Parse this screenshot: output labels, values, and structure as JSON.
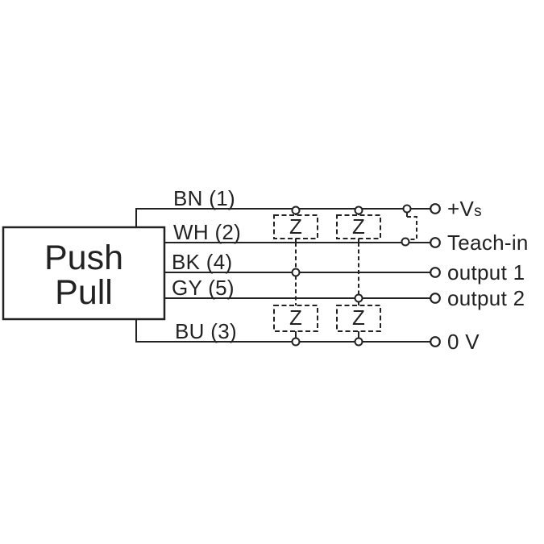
{
  "diagram": {
    "title": "push-pull-output-wiring-diagram",
    "background": "#ffffff",
    "line_color": "#222222"
  },
  "device": {
    "name_lines": [
      "Push",
      "Pull"
    ]
  },
  "wires": [
    {
      "label": "BN (1)"
    },
    {
      "label": "WH (2)"
    },
    {
      "label": "BK (4)"
    },
    {
      "label": "GY (5)"
    },
    {
      "label": "BU (3)"
    }
  ],
  "terminals": [
    {
      "label": "+V",
      "sub": "s"
    },
    {
      "label": "Teach-in"
    },
    {
      "label": "output 1"
    },
    {
      "label": "output 2"
    },
    {
      "label": "0 V"
    }
  ],
  "impedance": {
    "label": "Z"
  }
}
